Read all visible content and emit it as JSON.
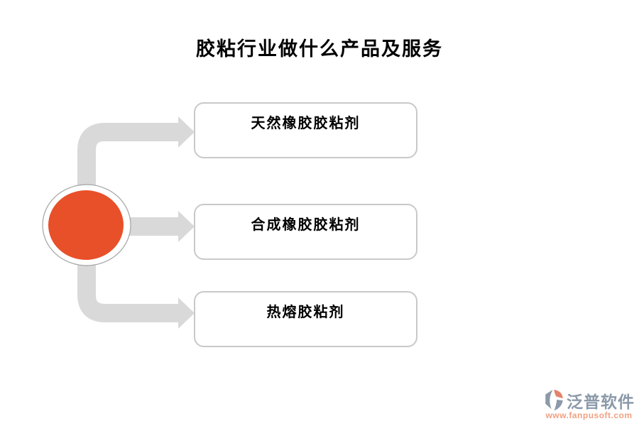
{
  "title": "胶粘行业做什么产品及服务",
  "diagram": {
    "hub_color": "#E8502A",
    "hub_ring_border_color": "#A3A3A3",
    "connector_color": "#D9D9D9",
    "node_border_color": "#C9C9C9",
    "nodes": [
      {
        "label": "天然橡胶胶粘剂"
      },
      {
        "label": "合成橡胶胶粘剂"
      },
      {
        "label": "热熔胶粘剂"
      }
    ]
  },
  "footer": {
    "logo_icon": "fanpu-pinwheel-icon",
    "brand": "泛普软件",
    "brand_color": "#8B99A9",
    "url": "www.fanpusoft.com",
    "url_color": "#F2A081"
  }
}
